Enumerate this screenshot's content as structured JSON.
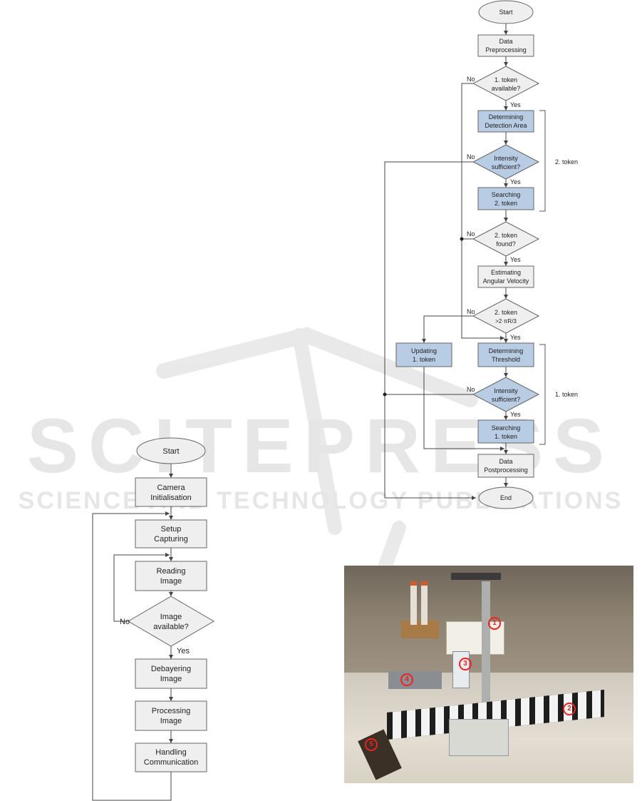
{
  "left_flowchart": {
    "nodes": {
      "start": "Start",
      "camera": [
        "Camera",
        "Initialisation"
      ],
      "setup": [
        "Setup",
        "Capturing"
      ],
      "reading": [
        "Reading",
        "Image"
      ],
      "available": [
        "Image",
        "available?"
      ],
      "debayering": [
        "Debayering",
        "Image"
      ],
      "processing": [
        "Processing",
        "Image"
      ],
      "handling": [
        "Handling",
        "Communication"
      ]
    },
    "edges": {
      "no": "No",
      "yes": "Yes"
    }
  },
  "right_flowchart": {
    "nodes": {
      "start": "Start",
      "preproc": [
        "Data",
        "Preprocessing"
      ],
      "token1_avail": [
        "1. token",
        "available?"
      ],
      "det_area": [
        "Determining",
        "Detection Area"
      ],
      "intensity1": [
        "Intensity",
        "sufficient?"
      ],
      "search2": [
        "Searching",
        "2. token"
      ],
      "token2_found": [
        "2. token",
        "found?"
      ],
      "estimating": [
        "Estimating",
        "Angular Velocity"
      ],
      "token2_cond": [
        "2. token",
        ">2·πR/3"
      ],
      "updating": [
        "Updating",
        "1. token"
      ],
      "det_thresh": [
        "Determining",
        "Threshold"
      ],
      "intensity2": [
        "Intensity",
        "sufficient?"
      ],
      "search1": [
        "Searching",
        "1. token"
      ],
      "postproc": [
        "Data",
        "Postprocessing"
      ],
      "end": "End"
    },
    "edges": {
      "no": "No",
      "yes": "Yes"
    },
    "groups": {
      "token2": "2. token",
      "token1": "1. token"
    }
  },
  "photo": {
    "markers": [
      "1",
      "2",
      "3",
      "4",
      "5"
    ]
  },
  "watermark": {
    "line1": "SCITEPRESS",
    "line2": "SCIENCE AND TECHNOLOGY PUBLICATIONS"
  },
  "colors": {
    "process_fill": "#efefef",
    "highlight_fill": "#b8cce4",
    "stroke": "#666666"
  }
}
